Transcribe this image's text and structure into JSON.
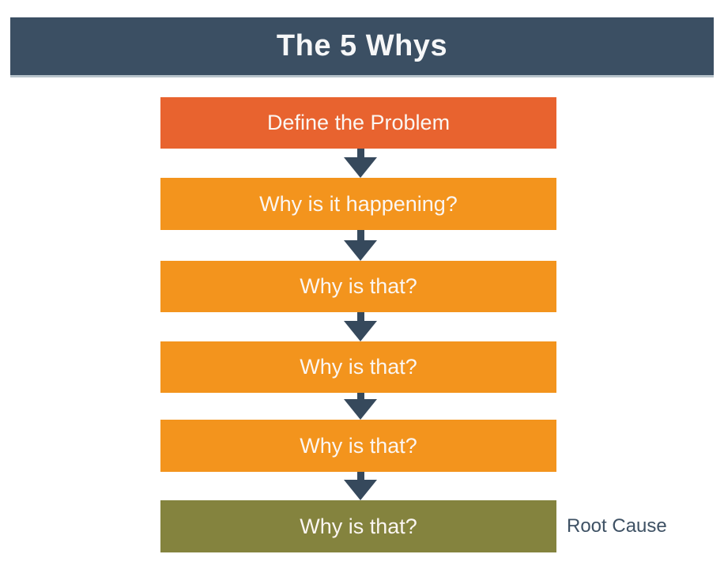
{
  "title": "The 5 Whys",
  "colors": {
    "header_background": "#3b4f63",
    "header_border": "#b7c3cb",
    "problem_box": "#e8632f",
    "why_box": "#f3941d",
    "root_box": "#84833e",
    "arrow": "#36495c",
    "box_text": "#fbf6f2",
    "root_cause_text": "#3e5164",
    "page_background": "#ffffff"
  },
  "flow": {
    "steps": [
      {
        "label": "Define the Problem",
        "color": "#e8632f"
      },
      {
        "label": "Why is it happening?",
        "color": "#f3941d"
      },
      {
        "label": "Why is that?",
        "color": "#f3941d"
      },
      {
        "label": "Why is that?",
        "color": "#f3941d"
      },
      {
        "label": "Why is that?",
        "color": "#f3941d"
      },
      {
        "label": "Why is that?",
        "color": "#84833e"
      }
    ],
    "arrow_color": "#36495c",
    "root_cause_label": "Root Cause"
  }
}
